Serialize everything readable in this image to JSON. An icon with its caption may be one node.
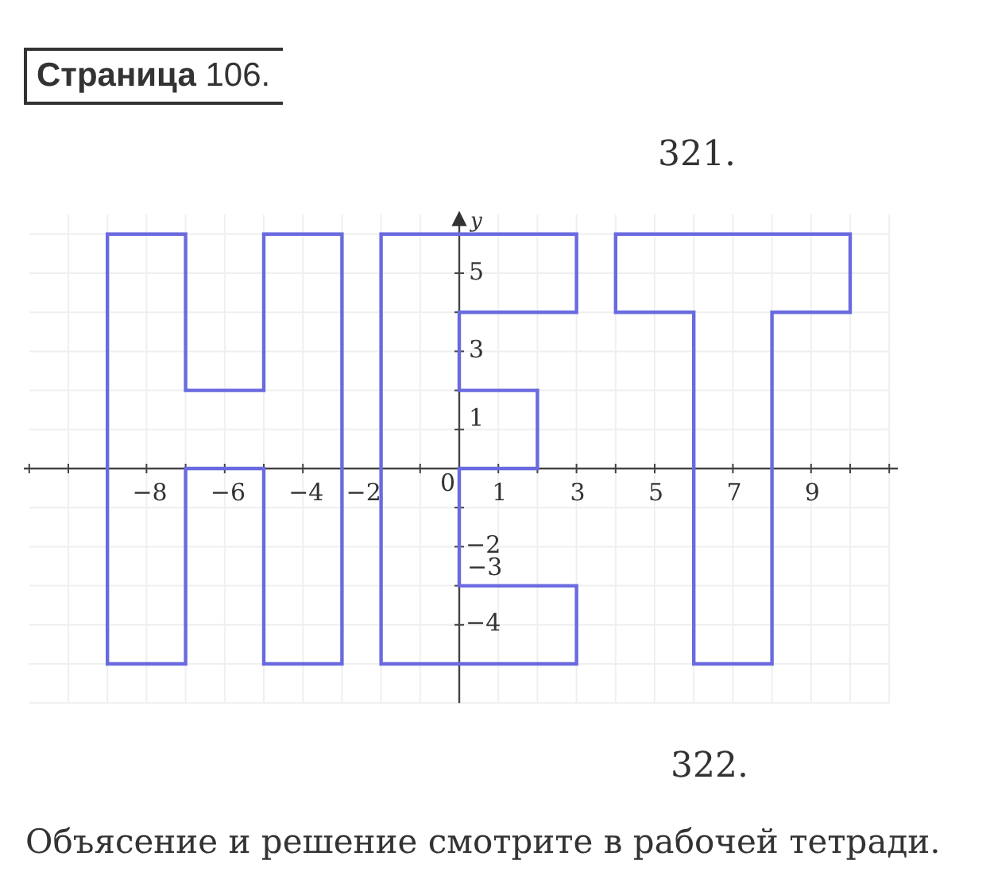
{
  "diagram": {
    "title": "**Страница** 106.",
    "labels": [
      "321.",
      "y",
      "5",
      "3",
      "1",
      "−8",
      "−6",
      "−4",
      "−2",
      "0",
      "1",
      "3",
      "5",
      "7",
      "9",
      "−2",
      "−3",
      "−4",
      "322.",
      "Объясение и решение смотрите в рабочей тетради."
    ]
  }
}
